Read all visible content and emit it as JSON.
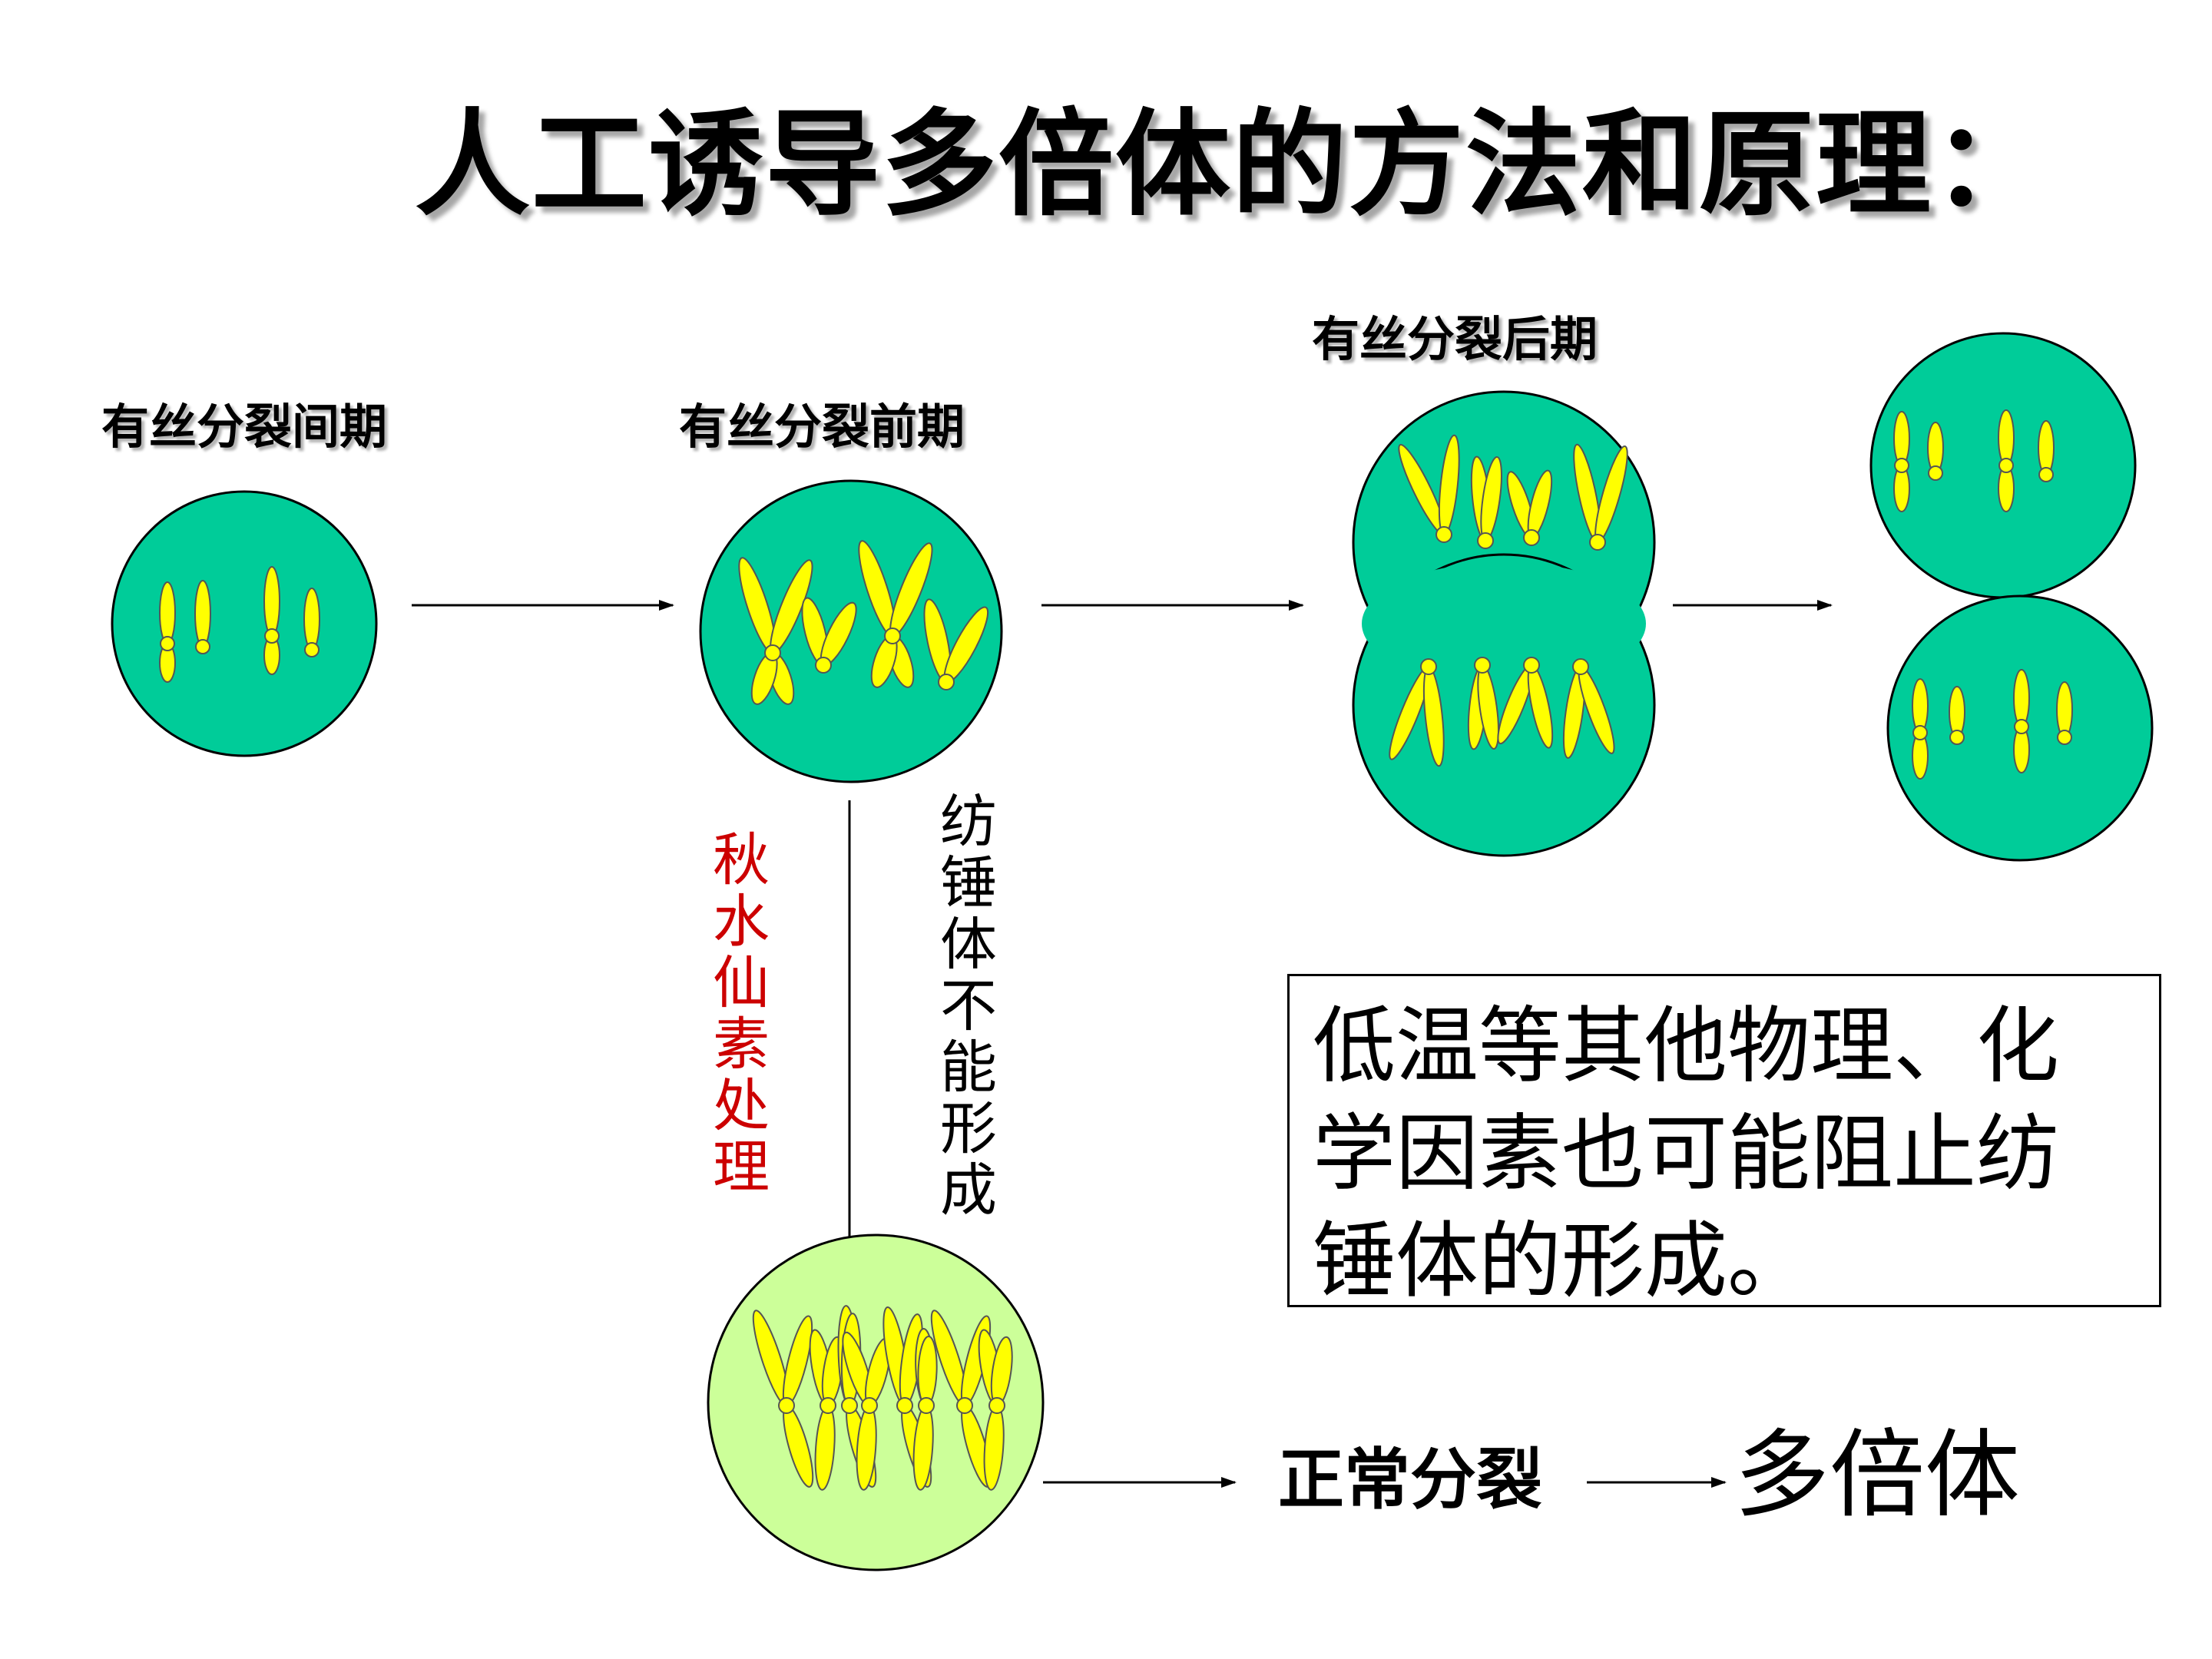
{
  "title": "人工诱导多倍体的方法和原理：",
  "stages": {
    "interphase": "有丝分裂间期",
    "prophase": "有丝分裂前期",
    "anaphase": "有丝分裂后期"
  },
  "treatment": "秋水仙素处理",
  "effect": "纺锤体不能形成",
  "note": "低温等其他物理、化学因素也可能阻止纺锤体的形成。",
  "result": {
    "normal_division": "正常分裂",
    "polyploid": "多倍体"
  },
  "colors": {
    "cell": "#00cc99",
    "treated_cell": "#ccff99",
    "chromosome": "#ffff00",
    "treatment_text": "#cc0000"
  }
}
